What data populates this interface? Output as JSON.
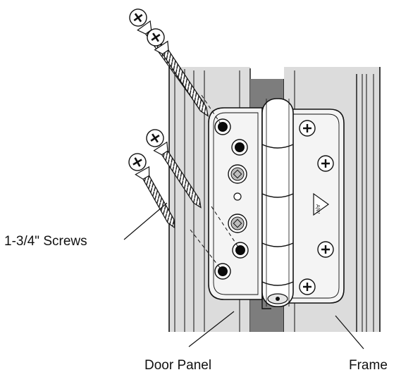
{
  "labels": {
    "screws": "1-3/4\" Screws",
    "door_panel": "Door Panel",
    "frame": "Frame",
    "hinge_mark": "A|W"
  },
  "colors": {
    "panel_fill": "#dcdcdc",
    "strip_fill": "#7d7d7d",
    "leaf_fill": "#f4f4f4",
    "outline": "#111111",
    "hole_fill": "#0a0a0a",
    "cam_fill": "#bdbdbd"
  },
  "icons": [
    "screw-icon",
    "phillips-screw-head-icon",
    "screw-hole-icon",
    "adjuster-cam-icon",
    "logo-triangle-icon"
  ]
}
